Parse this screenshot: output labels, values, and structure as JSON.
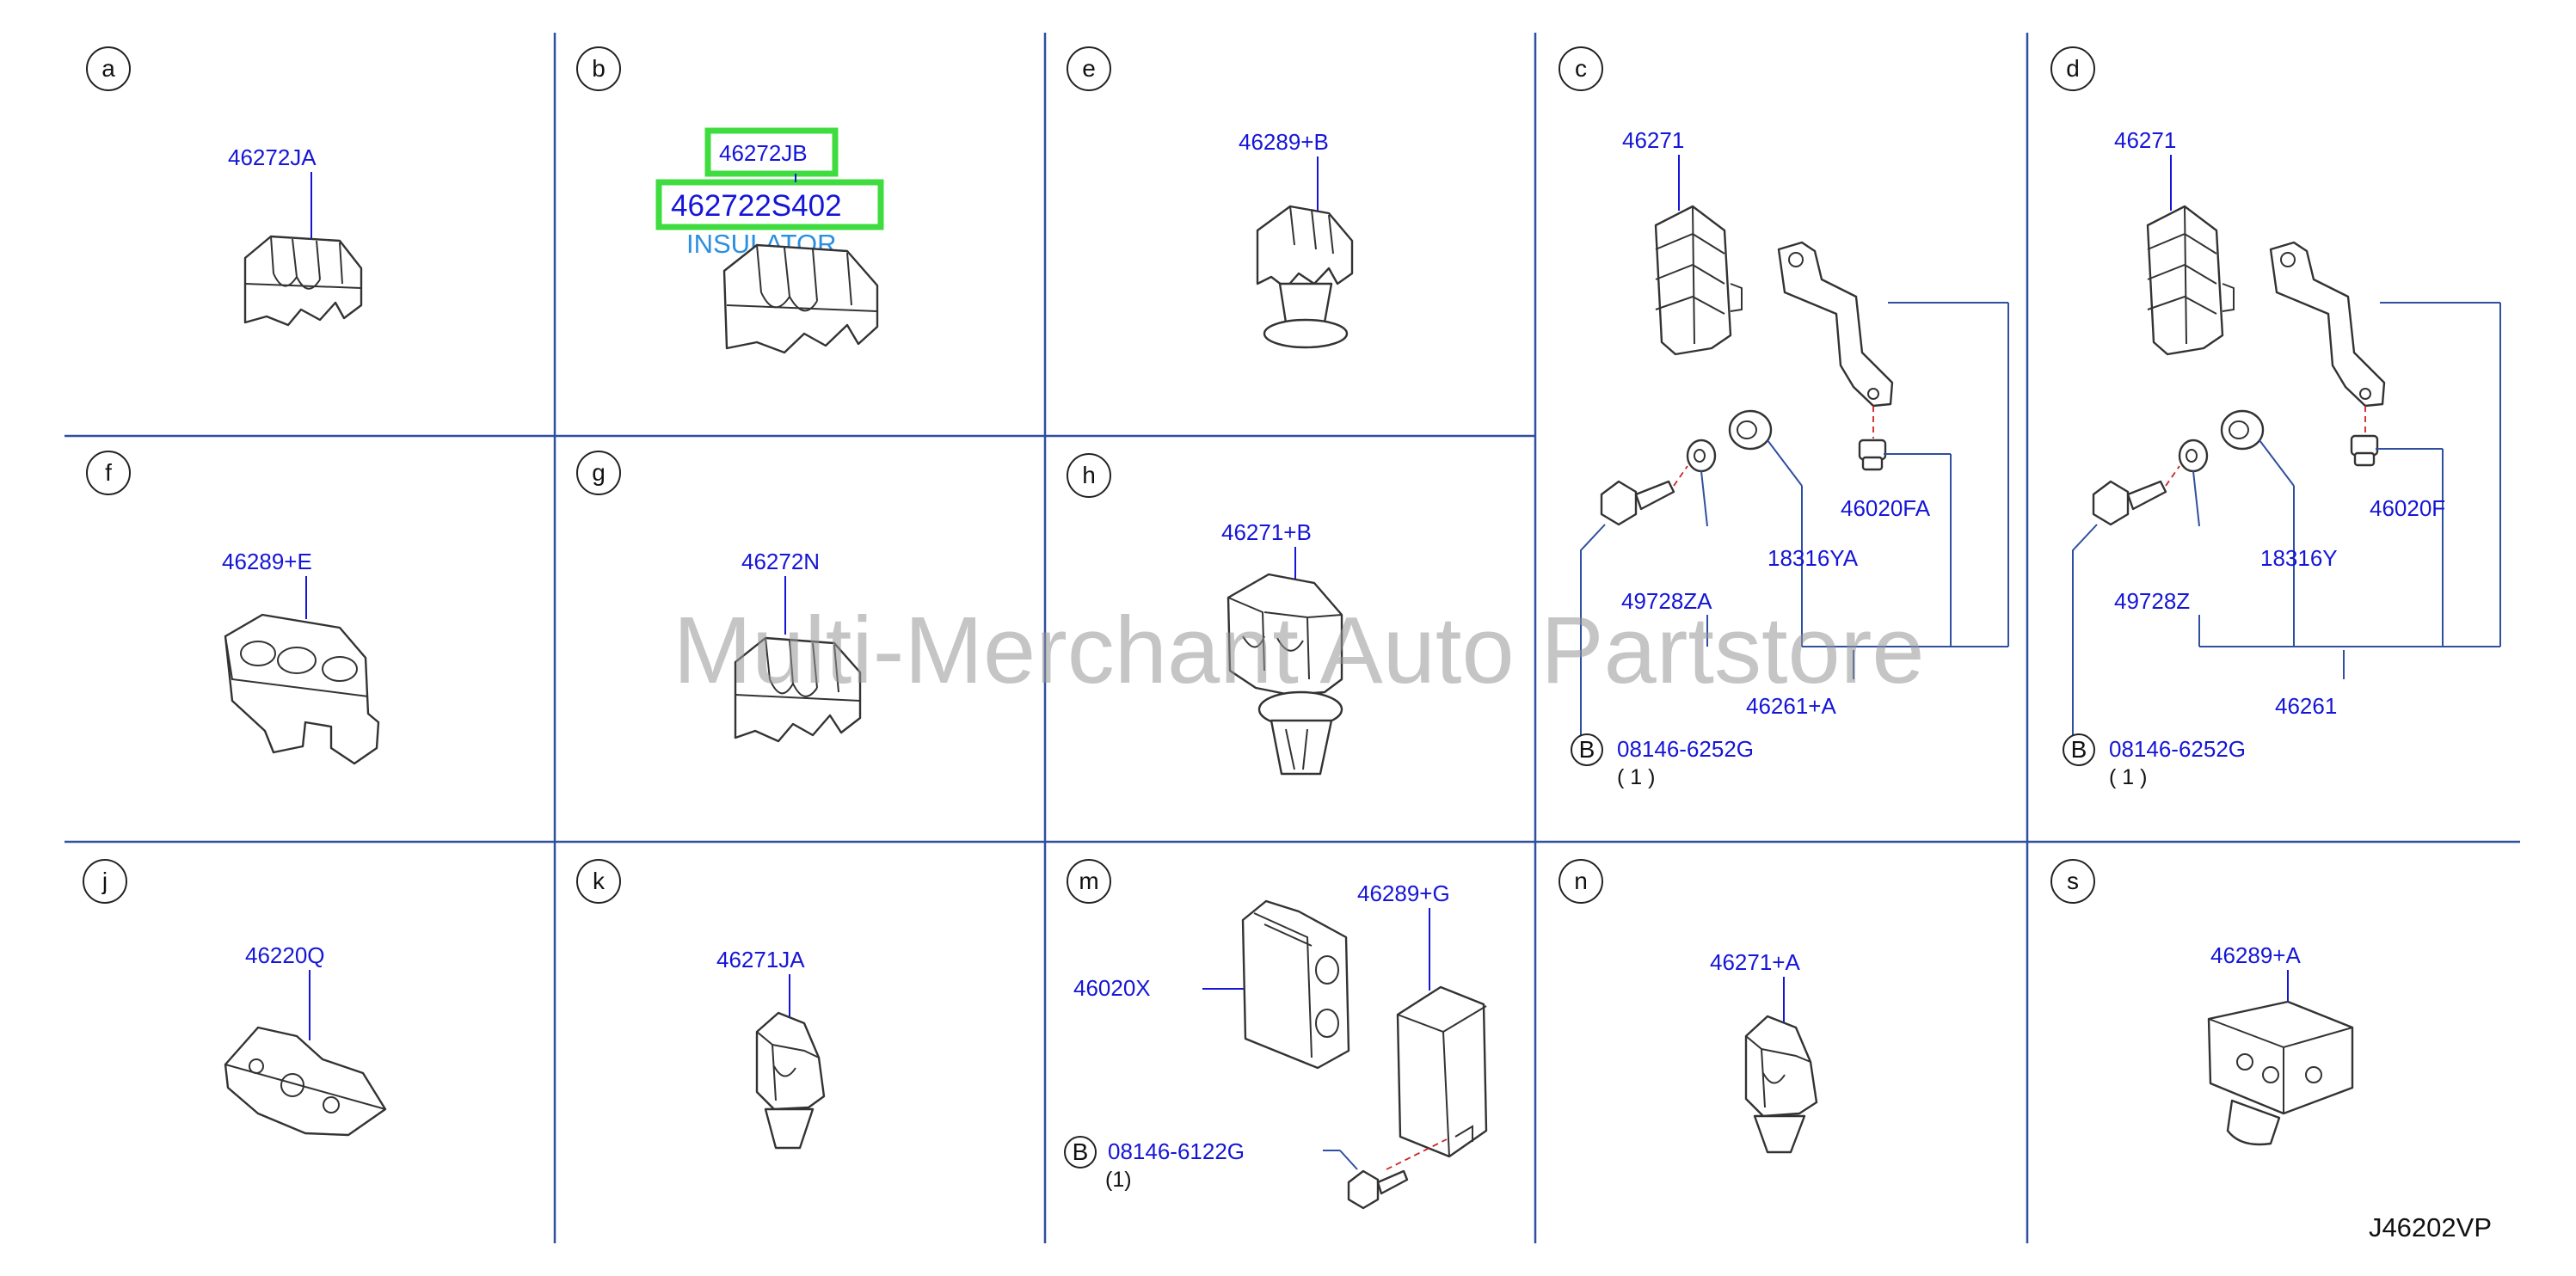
{
  "diagram_code": "J46202VP",
  "watermark": "Multi-Merchant Auto Partstore",
  "colors": {
    "label": "#1515d8",
    "grid": "#2f4fa0",
    "highlight": "#3fdc3f",
    "insulator": "#2a8fe0",
    "line": "#333333"
  },
  "panels": [
    {
      "id": "a",
      "parts": [
        "46272JA"
      ]
    },
    {
      "id": "b",
      "parts": [
        "46272JB",
        "462722S402"
      ],
      "note": "INSULATOR"
    },
    {
      "id": "e",
      "parts": [
        "46289+B"
      ]
    },
    {
      "id": "c",
      "parts": [
        "46271",
        "46020FA",
        "18316YA",
        "49728ZA",
        "46261+A"
      ],
      "bolt": {
        "symbol": "B",
        "part": "08146-6252G",
        "qty": "( 1 )"
      }
    },
    {
      "id": "d",
      "parts": [
        "46271",
        "46020F",
        "18316Y",
        "49728Z",
        "46261"
      ],
      "bolt": {
        "symbol": "B",
        "part": "08146-6252G",
        "qty": "( 1 )"
      }
    },
    {
      "id": "f",
      "parts": [
        "46289+E"
      ]
    },
    {
      "id": "g",
      "parts": [
        "46272N"
      ]
    },
    {
      "id": "h",
      "parts": [
        "46271+B"
      ]
    },
    {
      "id": "j",
      "parts": [
        "46220Q"
      ]
    },
    {
      "id": "k",
      "parts": [
        "46271JA"
      ]
    },
    {
      "id": "m",
      "parts": [
        "46289+G",
        "46020X"
      ],
      "bolt": {
        "symbol": "B",
        "part": "08146-6122G",
        "qty": "(1)"
      }
    },
    {
      "id": "n",
      "parts": [
        "46271+A"
      ]
    },
    {
      "id": "s",
      "parts": [
        "46289+A"
      ]
    }
  ]
}
